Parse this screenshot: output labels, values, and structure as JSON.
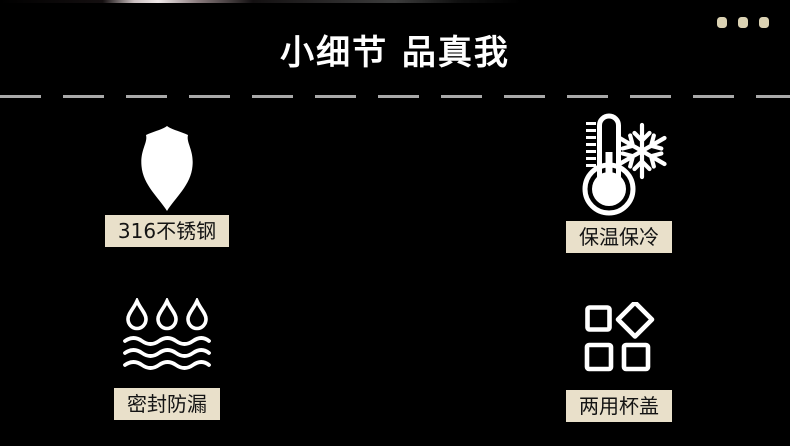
{
  "header": {
    "title": "小细节 品真我",
    "ellipsis_icon": "three-dots",
    "dots_count": 3
  },
  "features": [
    {
      "id": "stainless-steel",
      "icon": "shield-icon",
      "label": "316不锈钢"
    },
    {
      "id": "thermal",
      "icon": "thermometer-snowflake-icon",
      "label": "保温保冷"
    },
    {
      "id": "leakproof",
      "icon": "water-drops-waves-icon",
      "label": "密封防漏"
    },
    {
      "id": "dual-lid",
      "icon": "squares-diamond-icon",
      "label": "两用杯盖"
    }
  ],
  "colors": {
    "background": "#000000",
    "title_text": "#ffffff",
    "icon": "#ffffff",
    "label_background": "#e9e0ca",
    "label_text": "#141414",
    "dots": "#dbd2b3",
    "dashed_line": "#a9a9a9"
  }
}
